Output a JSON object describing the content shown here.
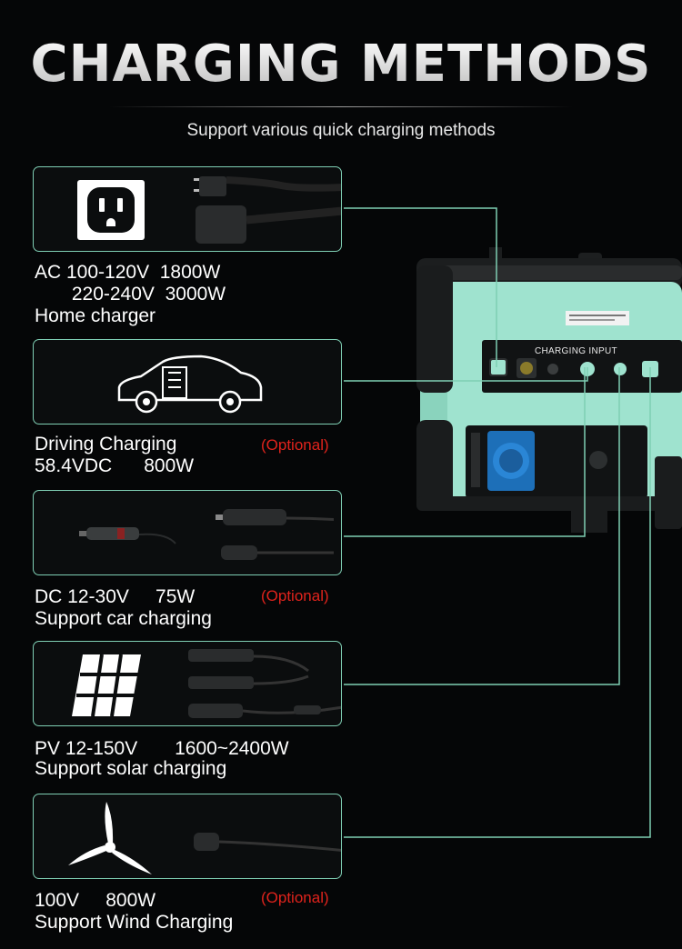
{
  "header": {
    "title": "CHARGING METHODS",
    "subtitle": "Support various quick charging methods"
  },
  "device": {
    "panel_label": "CHARGING INPUT",
    "body_color": "#9fe3cf"
  },
  "methods": [
    {
      "id": "ac",
      "icon": "outlet-icon",
      "line1": "AC 100-120V  1800W",
      "line2": "       220-240V  3000W",
      "line3": "Home charger",
      "optional": ""
    },
    {
      "id": "driving",
      "icon": "car-icon",
      "line1": "Driving Charging",
      "line2": "58.4VDC      800W",
      "optional": "(Optional)"
    },
    {
      "id": "dc",
      "icon": "car-charger-icon",
      "line1": "DC 12-30V     75W",
      "line2": "Support car charging",
      "optional": "(Optional)"
    },
    {
      "id": "pv",
      "icon": "solar-panel-icon",
      "line1": "PV 12-150V       1600~2400W",
      "line2": "Support solar charging",
      "optional": ""
    },
    {
      "id": "wind",
      "icon": "wind-turbine-icon",
      "line1": "100V     800W",
      "line2": "Support Wind Charging",
      "optional": "(Optional)"
    }
  ],
  "colors": {
    "accent": "#7fcfb4",
    "optional": "#e0231c",
    "background": "#050607"
  }
}
